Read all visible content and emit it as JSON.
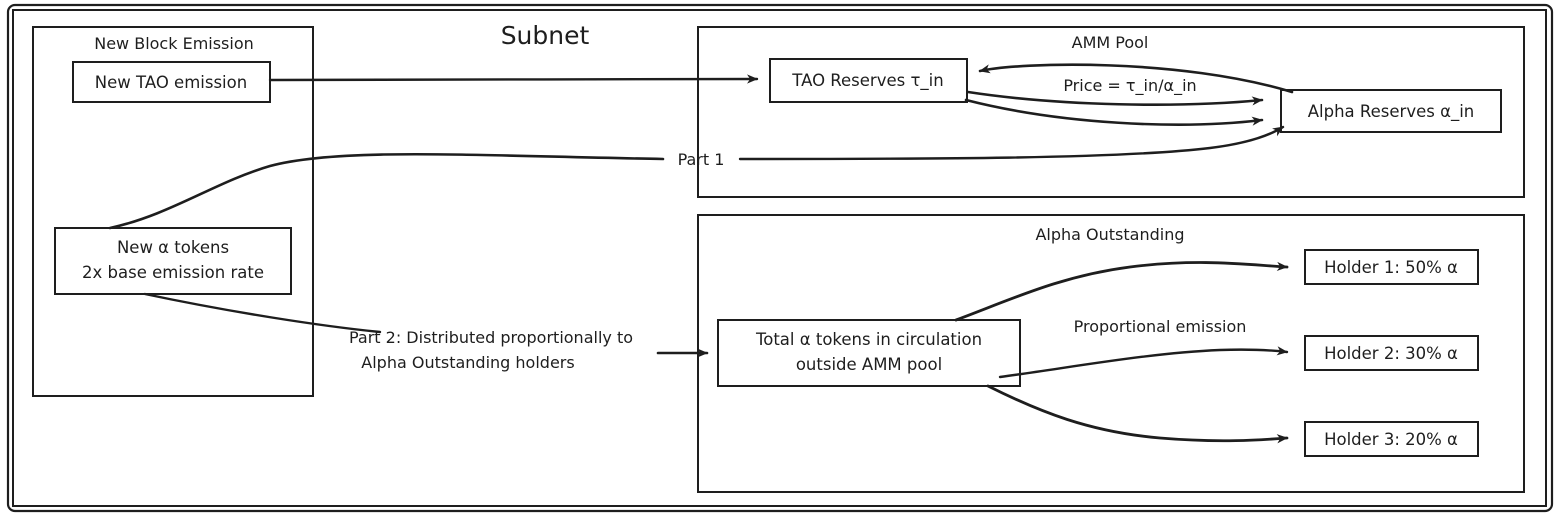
{
  "diagram": {
    "title": "Subnet",
    "outer_border_color": "#1e1e1e",
    "background": "#ffffff",
    "stroke_color": "#1e1e1e",
    "groups": {
      "new_block_emission": "New Block Emission",
      "amm_pool": "AMM Pool",
      "alpha_outstanding": "Alpha Outstanding"
    },
    "nodes": {
      "new_tao_emission": "New TAO emission",
      "new_alpha_tokens_line1": "New α tokens",
      "new_alpha_tokens_line2": "2x base emission rate",
      "tao_reserves": "TAO Reserves τ_in",
      "alpha_reserves": "Alpha Reserves α_in",
      "total_alpha_line1": "Total α tokens in circulation",
      "total_alpha_line2": "outside AMM pool",
      "holder_1": "Holder 1: 50% α",
      "holder_2": "Holder 2: 30% α",
      "holder_3": "Holder 3: 20% α"
    },
    "edge_labels": {
      "price": "Price = τ_in/α_in",
      "part1": "Part 1",
      "part2_line1": "Part 2: Distributed proportionally to",
      "part2_line2": "Alpha Outstanding holders",
      "proportional_emission": "Proportional emission"
    }
  }
}
